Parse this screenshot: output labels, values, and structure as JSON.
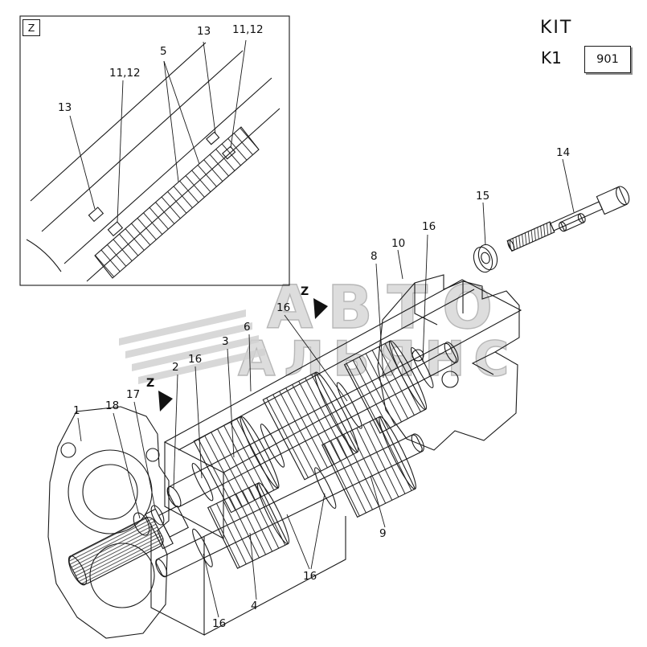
{
  "header": {
    "kit_label": "KIT",
    "kit_code": "K1",
    "kit_number": "901"
  },
  "inset": {
    "view_label": "Z"
  },
  "watermark": {
    "line1": "АВТО",
    "line2": "АЛЬЯНС"
  },
  "callouts": {
    "inset": [
      {
        "ref": "13"
      },
      {
        "ref": "11,12"
      },
      {
        "ref": "5"
      },
      {
        "ref": "11,12"
      },
      {
        "ref": "13"
      }
    ],
    "main": [
      {
        "ref": "14"
      },
      {
        "ref": "15"
      },
      {
        "ref": "10"
      },
      {
        "ref": "16"
      },
      {
        "ref": "8"
      },
      {
        "ref": "Z"
      },
      {
        "ref": "16"
      },
      {
        "ref": "6"
      },
      {
        "ref": "3"
      },
      {
        "ref": "16"
      },
      {
        "ref": "2"
      },
      {
        "ref": "Z"
      },
      {
        "ref": "17"
      },
      {
        "ref": "18"
      },
      {
        "ref": "1"
      },
      {
        "ref": "9"
      },
      {
        "ref": "16"
      },
      {
        "ref": "4"
      },
      {
        "ref": "16"
      }
    ]
  }
}
